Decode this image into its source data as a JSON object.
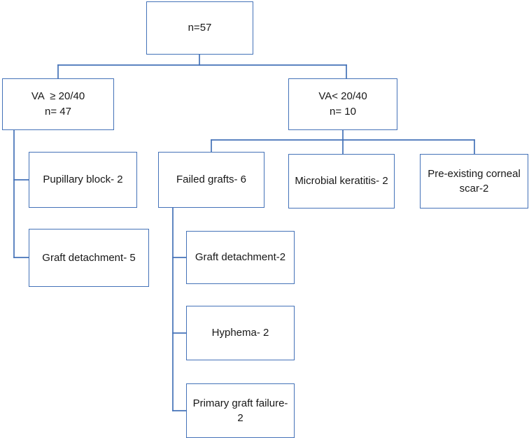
{
  "chart_data": {
    "type": "diagram",
    "diagram_kind": "flowchart",
    "title": "",
    "orientation": "top-down",
    "accent_color": "#4472b8",
    "text_color": "#171717",
    "background": "#ffffff",
    "nodes": [
      {
        "id": "total",
        "label": "n=57",
        "lines": [
          "n=57"
        ],
        "value": 57,
        "level": 0
      },
      {
        "id": "va_good",
        "label": "VA  ≥ 20/40 n= 47",
        "lines": [
          "VA  ≥ 20/40",
          "n= 47"
        ],
        "value": 47,
        "level": 1
      },
      {
        "id": "va_poor",
        "label": "VA< 20/40 n= 10",
        "lines": [
          "VA< 20/40",
          "n= 10"
        ],
        "value": 10,
        "level": 1
      },
      {
        "id": "pupillary_block",
        "label": "Pupillary block- 2",
        "lines": [
          "Pupillary block- 2"
        ],
        "value": 2,
        "level": 2
      },
      {
        "id": "graft_detach_5",
        "label": "Graft detachment- 5",
        "lines": [
          "Graft detachment- 5"
        ],
        "value": 5,
        "level": 2
      },
      {
        "id": "failed_grafts",
        "label": "Failed grafts- 6",
        "lines": [
          "Failed grafts- 6"
        ],
        "value": 6,
        "level": 2
      },
      {
        "id": "microbial_keratitis",
        "label": "Microbial keratitis- 2",
        "lines": [
          "Microbial keratitis- 2"
        ],
        "value": 2,
        "level": 2
      },
      {
        "id": "corneal_scar",
        "label": "Pre-existing corneal scar-2",
        "lines": [
          "Pre-existing corneal scar-2"
        ],
        "value": 2,
        "level": 2
      },
      {
        "id": "graft_detach_2",
        "label": "Graft detachment-2",
        "lines": [
          "Graft detachment-2"
        ],
        "value": 2,
        "level": 3
      },
      {
        "id": "hyphema",
        "label": "Hyphema- 2",
        "lines": [
          "Hyphema- 2"
        ],
        "value": 2,
        "level": 3
      },
      {
        "id": "primary_graft_failure",
        "label": "Primary graft failure- 2",
        "lines": [
          "Primary graft failure- 2"
        ],
        "value": 2,
        "level": 3
      }
    ],
    "edges": [
      {
        "from": "total",
        "to": "va_good"
      },
      {
        "from": "total",
        "to": "va_poor"
      },
      {
        "from": "va_good",
        "to": "pupillary_block"
      },
      {
        "from": "va_good",
        "to": "graft_detach_5"
      },
      {
        "from": "va_poor",
        "to": "failed_grafts"
      },
      {
        "from": "va_poor",
        "to": "microbial_keratitis"
      },
      {
        "from": "va_poor",
        "to": "corneal_scar"
      },
      {
        "from": "failed_grafts",
        "to": "graft_detach_2"
      },
      {
        "from": "failed_grafts",
        "to": "hyphema"
      },
      {
        "from": "failed_grafts",
        "to": "primary_graft_failure"
      }
    ]
  }
}
